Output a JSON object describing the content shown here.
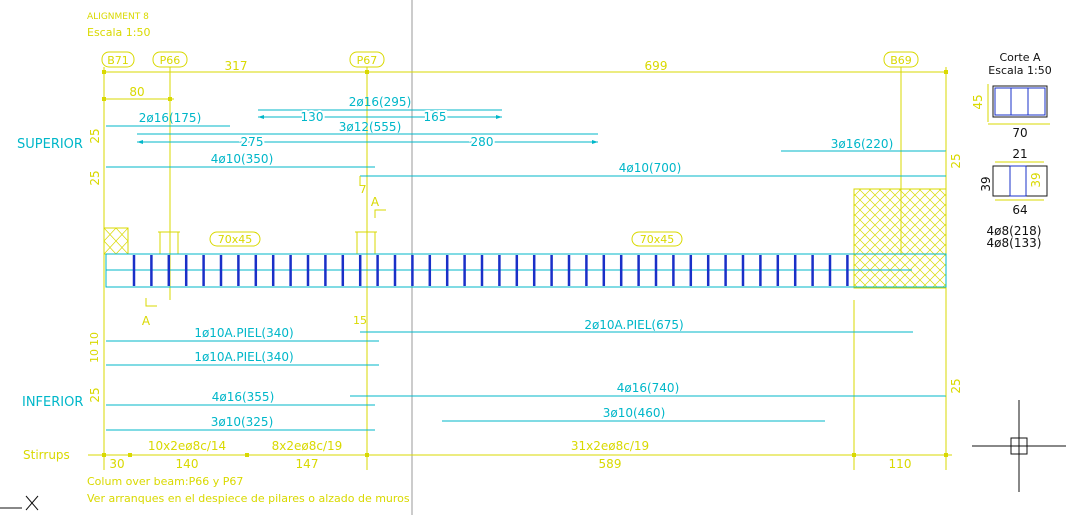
{
  "header": {
    "title": "ALIGNMENT 8",
    "scale": "Escala 1:50"
  },
  "columns": [
    {
      "id": "col-b71",
      "label": "B71"
    },
    {
      "id": "col-p66",
      "label": "P66"
    },
    {
      "id": "col-p67",
      "label": "P67"
    },
    {
      "id": "col-b69",
      "label": "B69"
    }
  ],
  "top_dims": {
    "span1": "317",
    "span2": "699",
    "offset": "80"
  },
  "superior": {
    "label": "SUPERIOR",
    "bars": [
      {
        "label": "2ø16(295)",
        "left_dim": "130",
        "right_dim": "165"
      },
      {
        "label": "2ø16(175)"
      },
      {
        "label": "3ø12(555)",
        "left_dim": "275",
        "right_dim": "280"
      },
      {
        "label": "3ø16(220)"
      },
      {
        "label": "4ø10(350)"
      },
      {
        "label": "4ø10(700)"
      }
    ],
    "cover_left": "25",
    "cover_left2": "25",
    "cover_right": "25",
    "small_dim": "7"
  },
  "beam": {
    "left_label": "70x45",
    "right_label": "70x45",
    "section_mark": "A"
  },
  "inferior": {
    "label": "INFERIOR",
    "piel": [
      {
        "label": "1ø10A.PIEL(340)"
      },
      {
        "label": "2ø10A.PIEL(675)"
      },
      {
        "label": "1ø10A.PIEL(340)"
      }
    ],
    "piel_dim": "15",
    "piel_cover_a": "10",
    "piel_cover_b": "10",
    "bars": [
      {
        "label": "4ø16(355)"
      },
      {
        "label": "4ø16(740)"
      },
      {
        "label": "3ø10(325)"
      },
      {
        "label": "3ø10(460)"
      }
    ],
    "cover_left": "25",
    "cover_right": "25"
  },
  "stirrups": {
    "label": "Stirrups",
    "groups": [
      "10x2eø8c/14",
      "8x2eø8c/19",
      "31x2eø8c/19"
    ],
    "dims": [
      "30",
      "140",
      "147",
      "589",
      "110"
    ]
  },
  "notes": [
    "Colum over beam:P66 y P67",
    "Ver arranques en el despiece de pilares o alzado de muros"
  ],
  "section_a": {
    "title": "Corte A",
    "scale": "Escala 1:50",
    "height": "45",
    "width": "70"
  },
  "section_b": {
    "top": "21",
    "left": "39",
    "right": "39",
    "bottom": "64",
    "bars": [
      "4ø8(218)",
      "4ø8(133)"
    ]
  }
}
